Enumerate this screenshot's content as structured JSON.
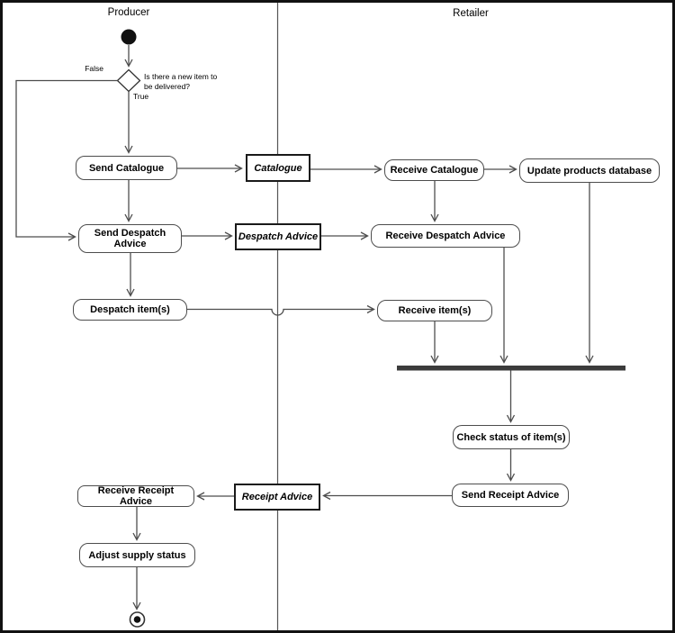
{
  "diagram_type": "uml-activity-swimlane",
  "lanes": {
    "producer": {
      "label": "Producer"
    },
    "retailer": {
      "label": "Retailer"
    }
  },
  "decision": {
    "question_line1": "Is there a new item to",
    "question_line2": "be delivered?",
    "false_label": "False",
    "true_label": "True"
  },
  "activities": {
    "send_catalogue": "Send Catalogue",
    "send_despatch_advice": "Send Despatch Advice",
    "despatch_items": "Despatch item(s)",
    "receive_receipt_advice": "Receive Receipt Advice",
    "adjust_supply_status": "Adjust supply status",
    "receive_catalogue": "Receive Catalogue",
    "update_products_database": "Update products database",
    "receive_despatch_advice": "Receive Despatch Advice",
    "receive_items": "Receive item(s)",
    "check_status": "Check status of item(s)",
    "send_receipt_advice": "Send Receipt Advice"
  },
  "objects": {
    "catalogue": "Catalogue",
    "despatch_advice": "Despatch Advice",
    "receipt_advice": "Receipt Advice"
  },
  "colors": {
    "line": "#4d4d4d",
    "object_border": "#1a1a1a",
    "sync_bar": "#3b3b3b",
    "text": "#000000",
    "background": "#ffffff"
  }
}
